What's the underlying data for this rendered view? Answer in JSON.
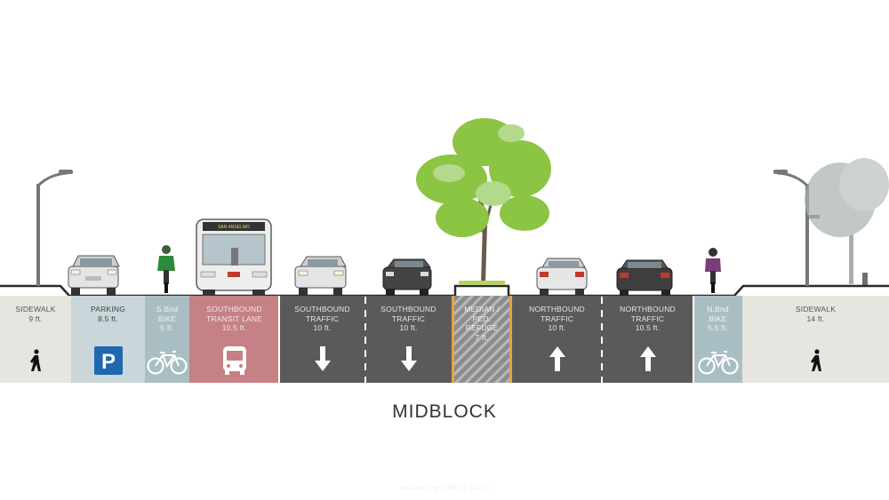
{
  "title": "MIDBLOCK",
  "credit": "section.jpg (4800 x 2400)",
  "colors": {
    "sidewalk": "#e7e5df",
    "parking": "#c9d6da",
    "bike_lane": "#a9bec2",
    "transit_lane": "#c58185",
    "traffic": "#5a5a5b",
    "median": "#8c8c8c",
    "median_edge": "#e8a23b",
    "parking_sign": "#1f67b1",
    "tree": "#8cc443",
    "tree_light": "#b3d98a",
    "pole": "#6e6e6e"
  },
  "zones": [
    {
      "id": "sidewalk-west",
      "lines": [
        "SIDEWALK",
        "9 ft."
      ],
      "icon": "pedestrian-icon"
    },
    {
      "id": "parking",
      "lines": [
        "PARKING",
        "8.5 ft."
      ],
      "icon": "parking-sign-icon"
    },
    {
      "id": "sb-bike",
      "lines": [
        "S.Bnd",
        "BIKE",
        "5 ft."
      ],
      "icon": "bicycle-icon"
    },
    {
      "id": "sb-transit",
      "lines": [
        "SOUTHBOUND",
        "TRANSIT LANE",
        "10.5 ft."
      ],
      "icon": "bus-icon"
    },
    {
      "id": "sb-traffic-1",
      "lines": [
        "SOUTHBOUND",
        "TRAFFIC",
        "10 ft."
      ],
      "icon": "down-arrow-icon"
    },
    {
      "id": "sb-traffic-2",
      "lines": [
        "SOUTHBOUND",
        "TRAFFIC",
        "10 ft."
      ],
      "icon": "down-arrow-icon"
    },
    {
      "id": "median",
      "lines": [
        "MEDIAN /",
        "PED.",
        "REFUGE",
        "7 ft."
      ],
      "icon": ""
    },
    {
      "id": "nb-traffic-1",
      "lines": [
        "NORTHBOUND",
        "TRAFFIC",
        "10 ft."
      ],
      "icon": "up-arrow-icon"
    },
    {
      "id": "nb-traffic-2",
      "lines": [
        "NORTHBOUND",
        "TRAFFIC",
        "10.5 ft."
      ],
      "icon": "up-arrow-icon"
    },
    {
      "id": "nb-bike",
      "lines": [
        "N.Bnd",
        "BIKE",
        "5.5 ft."
      ],
      "icon": "bicycle-icon"
    },
    {
      "id": "sidewalk-east",
      "lines": [
        "SIDEWALK",
        "14 ft."
      ],
      "icon": "pedestrian-icon"
    }
  ],
  "bus_sign": "SAN ANSELMO"
}
